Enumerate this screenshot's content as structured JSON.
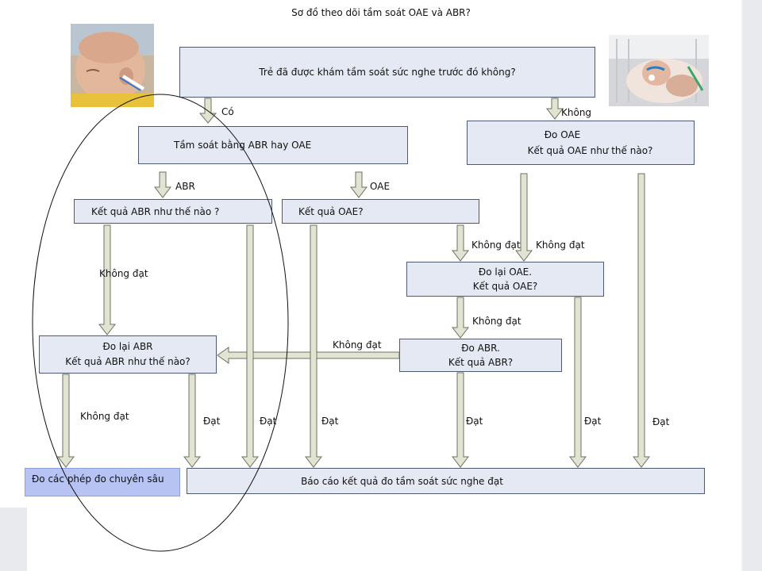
{
  "title": "Sơ đồ theo dõi tầm soát OAE và ABR?",
  "colors": {
    "box_fill": "#e4e9f4",
    "box_border": "#4e5a72",
    "arrow_fill": "#e2e4d2",
    "arrow_stroke": "#6e6f62",
    "deep_box_fill": "#b7c3f2"
  },
  "images": {
    "left": "newborn-with-ear-probe-photo",
    "right": "newborn-in-incubator-photo"
  },
  "nodes": {
    "q_screened_before": "Trẻ đã được khám tầm soát sức nghe trước đó không?",
    "screen_abr_or_oae": "Tầm soát bằng ABR hay OAE",
    "measure_oae_title": "Đo OAE",
    "measure_oae_question": "Kết quả OAE như thế nào?",
    "abr_result": "Kết quả ABR như thế nào ?",
    "oae_result": "Kết quả OAE?",
    "remeasure_oae_title": "Đo lại OAE.",
    "remeasure_oae_question": "Kết quả OAE?",
    "remeasure_abr_title": "Đo lại ABR",
    "remeasure_abr_question": "Kết quả ABR như thế nào?",
    "measure_abr_title": "Đo ABR.",
    "measure_abr_question": "Kết quả ABR?",
    "deep_tests": "Đo các phép đo chuyên sâu",
    "report_pass": "Báo cáo kết quả đo tầm soát sức nghe đạt"
  },
  "edges": {
    "yes": "Có",
    "no": "Không",
    "abr": "ABR",
    "oae": "OAE",
    "fail": "Không đạt",
    "pass": "Đạt"
  }
}
